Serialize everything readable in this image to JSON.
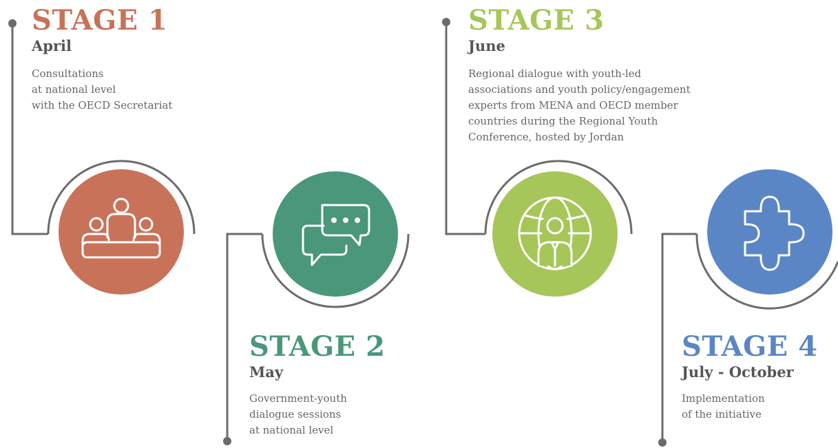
{
  "colors": {
    "stage1": "#c9725a",
    "stage2": "#4a977a",
    "stage3": "#a6c65a",
    "stage4": "#5b86c6",
    "line": "#6b6b6b",
    "text": "#666666"
  },
  "stages": [
    {
      "title": "STAGE 1",
      "date": "April",
      "lines": [
        "Consultations",
        "at national level",
        "with the OECD Secretariat"
      ],
      "icon": "meeting-people-icon"
    },
    {
      "title": "STAGE 2",
      "date": "May",
      "lines": [
        "Government-youth",
        "dialogue sessions",
        "at national level"
      ],
      "icon": "chat-bubbles-icon"
    },
    {
      "title": "STAGE 3",
      "date": "June",
      "lines": [
        "Regional dialogue with youth-led",
        "associations and youth policy/engagement",
        "experts from MENA and OECD member",
        "countries during the Regional Youth",
        "Conference, hosted by Jordan"
      ],
      "icon": "globe-person-icon"
    },
    {
      "title": "STAGE 4",
      "date": "July - October",
      "lines": [
        "Implementation",
        "of the initiative"
      ],
      "icon": "puzzle-piece-icon"
    }
  ]
}
